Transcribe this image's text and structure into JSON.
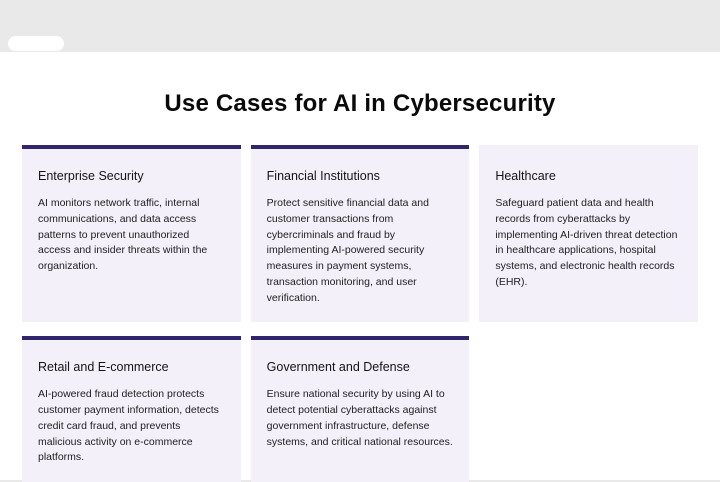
{
  "page": {
    "title": "Use Cases for AI in Cybersecurity"
  },
  "theme": {
    "page-bg": "#e9e9e9",
    "sheet-bg": "#ffffff",
    "card-bg": "#f4f0fa",
    "accent": "#31256e",
    "text": "#111111"
  },
  "cards": [
    {
      "title": "Enterprise Security",
      "description": "AI monitors network traffic, internal communications, and data access patterns to prevent unauthorized access and insider threats within the organization."
    },
    {
      "title": "Financial Institutions",
      "description": "Protect sensitive financial data and customer transactions from cybercriminals and fraud by implementing AI-powered security measures in payment systems, transaction monitoring, and user verification."
    },
    {
      "title": "Healthcare",
      "description": "Safeguard patient data and health records from cyberattacks by implementing AI-driven threat detection in healthcare applications, hospital systems, and electronic health records (EHR)."
    },
    {
      "title": "Retail and E-commerce",
      "description": "AI-powered fraud detection protects customer payment information, detects credit card fraud, and prevents malicious activity on e-commerce platforms."
    },
    {
      "title": "Government and Defense",
      "description": "Ensure national security by using AI to detect potential cyberattacks against government infrastructure, defense systems, and critical national resources."
    }
  ]
}
